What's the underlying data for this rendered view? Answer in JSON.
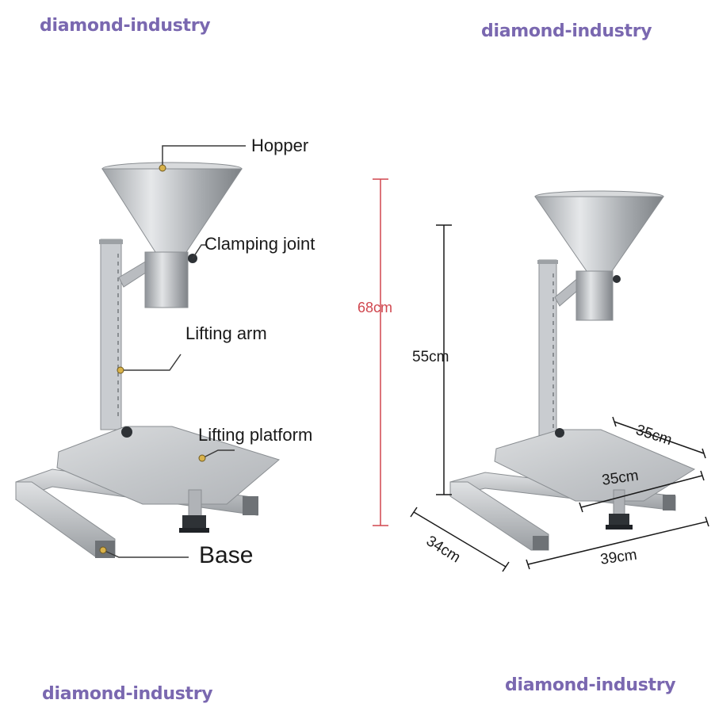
{
  "watermarks": [
    "diamond-industry",
    "diamond-industry",
    "diamond-industry",
    "diamond-industry"
  ],
  "colors": {
    "watermark": "#7a68b0",
    "height_marker": "#d0474f",
    "steel": "#b9bcc0",
    "leader_dot": "#d9b24a"
  },
  "left_view": {
    "labels": {
      "hopper": "Hopper",
      "clamping_joint": "Clamping joint",
      "lifting_arm": "Lifting arm",
      "lifting_platform": "Lifting platform",
      "base": "Base"
    },
    "height_dimension": "68cm"
  },
  "right_view": {
    "dimensions": {
      "height": "55cm",
      "platform_depth": "35cm",
      "platform_width": "35cm",
      "base_depth": "34cm",
      "base_width": "39cm"
    }
  }
}
